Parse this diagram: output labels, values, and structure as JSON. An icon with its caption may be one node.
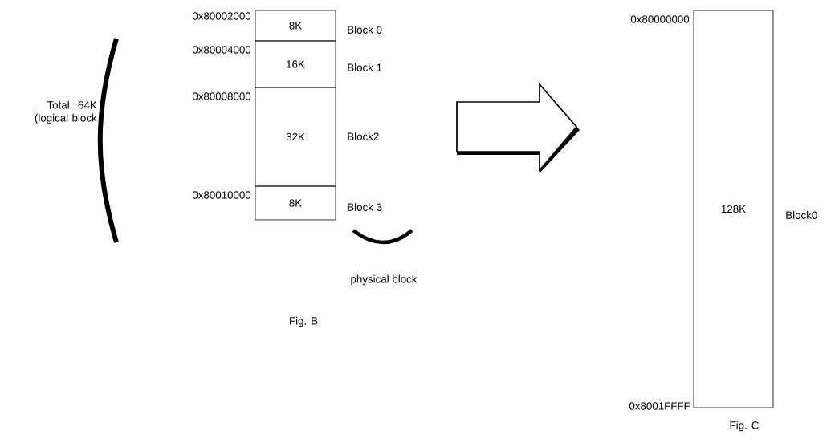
{
  "diagram": {
    "nodes": [
      {
        "text": [
          "8K"
        ],
        "beside": [
          "Block 0"
        ]
      },
      {
        "text": [
          "16K"
        ],
        "beside": [
          "Block 1"
        ]
      },
      {
        "text": [
          "32K"
        ],
        "beside": [
          "Block2"
        ]
      },
      {
        "text": [
          "8K"
        ],
        "beside": [
          "Block 3"
        ]
      },
      {
        "text": [
          "128K"
        ],
        "beside": [
          "Block0"
        ]
      }
    ],
    "labels": [
      "0x80002000",
      "0x80004000",
      "0x80008000",
      "0x80010000",
      "Total: 64K (logical block",
      "physical block",
      "Fig. B",
      "0x80000000",
      "0x8001FFFF",
      "Fig. C"
    ]
  }
}
